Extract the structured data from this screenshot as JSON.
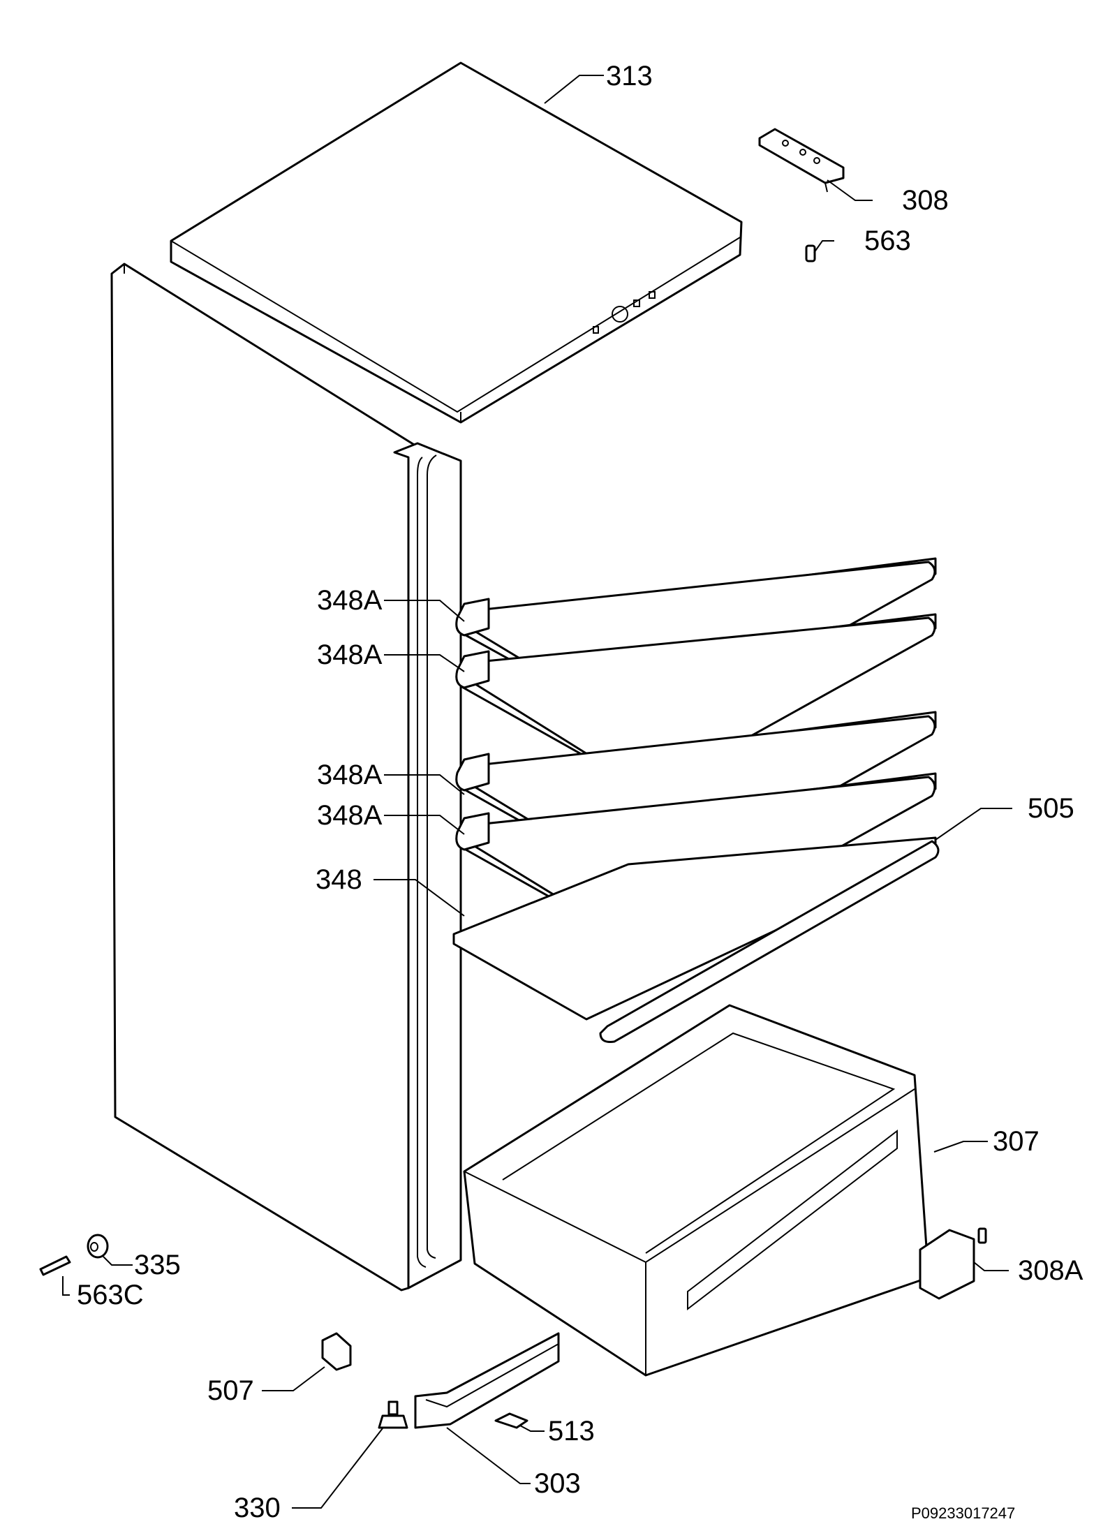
{
  "labels": {
    "l313": "313",
    "l308": "308",
    "l563": "563",
    "l348a_1": "348A",
    "l348a_2": "348A",
    "l348a_3": "348A",
    "l348a_4": "348A",
    "l348": "348",
    "l505": "505",
    "l307": "307",
    "l335": "335",
    "l563c": "563C",
    "l308a": "308A",
    "l507": "507",
    "l513": "513",
    "l330": "330",
    "l303": "303"
  },
  "reference_code": "P09233017247"
}
